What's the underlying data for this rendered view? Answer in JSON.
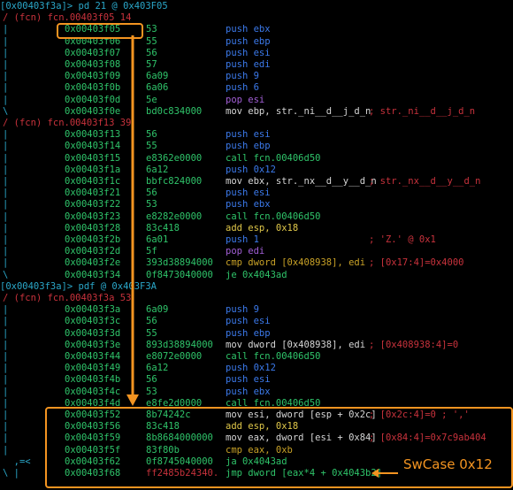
{
  "lines": [
    {
      "kind": "prompt",
      "text": "[0x00403f3a]> pd 21 @ 0x403F05"
    },
    {
      "kind": "fcn",
      "text": "/ (fcn) fcn.00403f05 14"
    },
    {
      "kind": "ins",
      "gutter": "|",
      "addr": "0x00403f05",
      "hex": "53",
      "op": "push ebx",
      "color": "#3b79ea"
    },
    {
      "kind": "ins",
      "gutter": "|",
      "addr": "0x00403f06",
      "hex": "55",
      "op": "push ebp",
      "color": "#3b79ea"
    },
    {
      "kind": "ins",
      "gutter": "|",
      "addr": "0x00403f07",
      "hex": "56",
      "op": "push esi",
      "color": "#3b79ea"
    },
    {
      "kind": "ins",
      "gutter": "|",
      "addr": "0x00403f08",
      "hex": "57",
      "op": "push edi",
      "color": "#3b79ea"
    },
    {
      "kind": "ins",
      "gutter": "|",
      "addr": "0x00403f09",
      "hex": "6a09",
      "op": "push 9",
      "color": "#3b79ea"
    },
    {
      "kind": "ins",
      "gutter": "|",
      "addr": "0x00403f0b",
      "hex": "6a06",
      "op": "push 6",
      "color": "#3b79ea"
    },
    {
      "kind": "ins",
      "gutter": "|",
      "addr": "0x00403f0d",
      "hex": "5e",
      "op": "pop esi",
      "color": "#a25fd6"
    },
    {
      "kind": "ins",
      "gutter": "\\",
      "addr": "0x00403f0e",
      "hex": "bd0c834000",
      "op": "mov ebp, str._ni__d__j_d_n",
      "cm": "; str._ni__d__j_d_n",
      "color": "#d6d6d6"
    },
    {
      "kind": "fcn",
      "text": "/ (fcn) fcn.00403f13 39"
    },
    {
      "kind": "ins",
      "gutter": "|",
      "addr": "0x00403f13",
      "hex": "56",
      "op": "push esi",
      "color": "#3b79ea"
    },
    {
      "kind": "ins",
      "gutter": "|",
      "addr": "0x00403f14",
      "hex": "55",
      "op": "push ebp",
      "color": "#3b79ea"
    },
    {
      "kind": "ins",
      "gutter": "|",
      "addr": "0x00403f15",
      "hex": "e8362e0000",
      "op": "call fcn.00406d50",
      "color": "#2fc46a"
    },
    {
      "kind": "ins",
      "gutter": "|",
      "addr": "0x00403f1a",
      "hex": "6a12",
      "op": "push 0x12",
      "color": "#3b79ea"
    },
    {
      "kind": "ins",
      "gutter": "|",
      "addr": "0x00403f1c",
      "hex": "bbfc824000",
      "op": "mov ebx, str._nx__d__y__d_n",
      "cm": "; str._nx__d__y__d_n",
      "color": "#d6d6d6"
    },
    {
      "kind": "ins",
      "gutter": "|",
      "addr": "0x00403f21",
      "hex": "56",
      "op": "push esi",
      "color": "#3b79ea"
    },
    {
      "kind": "ins",
      "gutter": "|",
      "addr": "0x00403f22",
      "hex": "53",
      "op": "push ebx",
      "color": "#3b79ea"
    },
    {
      "kind": "ins",
      "gutter": "|",
      "addr": "0x00403f23",
      "hex": "e8282e0000",
      "op": "call fcn.00406d50",
      "color": "#2fc46a"
    },
    {
      "kind": "ins",
      "gutter": "|",
      "addr": "0x00403f28",
      "hex": "83c418",
      "op": "add esp, 0x18",
      "color": "#e0c84a"
    },
    {
      "kind": "ins",
      "gutter": "|",
      "addr": "0x00403f2b",
      "hex": "6a01",
      "op": "push 1",
      "cm": "; 'Z.' @ 0x1",
      "color": "#3b79ea"
    },
    {
      "kind": "ins",
      "gutter": "|",
      "addr": "0x00403f2d",
      "hex": "5f",
      "op": "pop edi",
      "color": "#a25fd6"
    },
    {
      "kind": "ins",
      "gutter": "|",
      "addr": "0x00403f2e",
      "hex": "393d38894000",
      "op": "cmp dword [0x408938], edi",
      "cm": "; [0x17:4]=0x4000",
      "color": "#c9a227"
    },
    {
      "kind": "ins",
      "gutter": "\\",
      "addr": "0x00403f34",
      "hex": "0f8473040000",
      "op": "je 0x4043ad",
      "color": "#2fc46a"
    },
    {
      "kind": "prompt",
      "text": "[0x00403f3a]> pdf @ 0x403F3A"
    },
    {
      "kind": "fcn",
      "text": "/ (fcn) fcn.00403f3a 53"
    },
    {
      "kind": "ins",
      "gutter": "|",
      "addr": "0x00403f3a",
      "hex": "6a09",
      "op": "push 9",
      "color": "#3b79ea"
    },
    {
      "kind": "ins",
      "gutter": "|",
      "addr": "0x00403f3c",
      "hex": "56",
      "op": "push esi",
      "color": "#3b79ea"
    },
    {
      "kind": "ins",
      "gutter": "|",
      "addr": "0x00403f3d",
      "hex": "55",
      "op": "push ebp",
      "color": "#3b79ea"
    },
    {
      "kind": "ins",
      "gutter": "|",
      "addr": "0x00403f3e",
      "hex": "893d38894000",
      "op": "mov dword [0x408938], edi",
      "cm": "; [0x408938:4]=0",
      "color": "#d6d6d6"
    },
    {
      "kind": "ins",
      "gutter": "|",
      "addr": "0x00403f44",
      "hex": "e8072e0000",
      "op": "call fcn.00406d50",
      "color": "#2fc46a"
    },
    {
      "kind": "ins",
      "gutter": "|",
      "addr": "0x00403f49",
      "hex": "6a12",
      "op": "push 0x12",
      "color": "#3b79ea"
    },
    {
      "kind": "ins",
      "gutter": "|",
      "addr": "0x00403f4b",
      "hex": "56",
      "op": "push esi",
      "color": "#3b79ea"
    },
    {
      "kind": "ins",
      "gutter": "|",
      "addr": "0x00403f4c",
      "hex": "53",
      "op": "push ebx",
      "color": "#3b79ea"
    },
    {
      "kind": "ins",
      "gutter": "|",
      "addr": "0x00403f4d",
      "hex": "e8fe2d0000",
      "op": "call fcn.00406d50",
      "color": "#2fc46a"
    },
    {
      "kind": "ins",
      "gutter": "|",
      "addr": "0x00403f52",
      "hex": "8b74242c",
      "op": "mov esi, dword [esp + 0x2c]",
      "cm": "; [0x2c:4]=0 ; ','",
      "color": "#d6d6d6"
    },
    {
      "kind": "ins",
      "gutter": "|",
      "addr": "0x00403f56",
      "hex": "83c418",
      "op": "add esp, 0x18",
      "color": "#e0c84a"
    },
    {
      "kind": "ins",
      "gutter": "|",
      "addr": "0x00403f59",
      "hex": "8b8684000000",
      "op": "mov eax, dword [esi + 0x84]",
      "cm": "; [0x84:4]=0x7c9ab404",
      "color": "#d6d6d6"
    },
    {
      "kind": "ins",
      "gutter": "|",
      "addr": "0x00403f5f",
      "hex": "83f80b",
      "op": "cmp eax, 0xb",
      "color": "#c9a227"
    },
    {
      "kind": "ins",
      "gutter": "  ,=<",
      "addr": "0x00403f62",
      "hex": "0f8745040000",
      "op": "ja 0x4043ad",
      "color": "#2fc46a"
    },
    {
      "kind": "ins",
      "gutter": "\\ |",
      "addr": "0x00403f68",
      "hex": "ff2485b24340.",
      "op": "jmp dword [eax*4 + 0x4043b2]",
      "color": "#2fc46a",
      "hexcolor": "#c8323c"
    }
  ],
  "annotation": {
    "label": "SwCase 0x12",
    "color": "#f39421"
  }
}
